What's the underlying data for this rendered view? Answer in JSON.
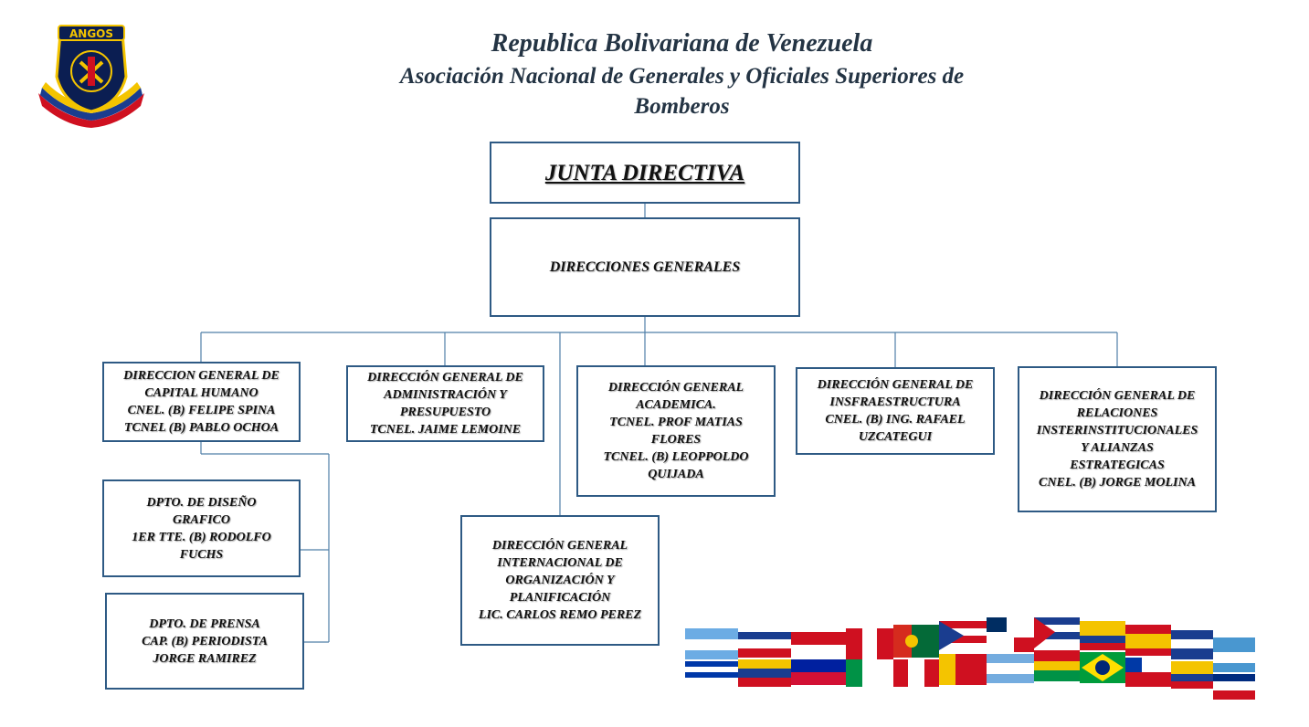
{
  "header": {
    "line1": "Republica Bolivariana de Venezuela",
    "line2": "Asociación Nacional de Generales y Oficiales Superiores de",
    "line3": "Bomberos"
  },
  "logo": {
    "text": "ANGOS",
    "colors": [
      "#0b1e52",
      "#f4c400",
      "#cf1020",
      "#1a3d8f"
    ]
  },
  "chart": {
    "top": {
      "title": "JUNTA DIRECTIVA"
    },
    "general": {
      "title": "DIRECCIONES GENERALES"
    },
    "capital_humano": [
      "DIRECCION GENERAL DE",
      "CAPITAL HUMANO",
      "CNEL. (B) FELIPE SPINA",
      "TCNEL (B) PABLO OCHOA"
    ],
    "administracion": [
      "DIRECCIÓN GENERAL DE",
      "ADMINISTRACIÓN Y",
      "PRESUPUESTO",
      "TCNEL. JAIME LEMOINE"
    ],
    "internacional": [
      "DIRECCIÓN GENERAL",
      "INTERNACIONAL DE",
      "ORGANIZACIÓN Y",
      "PLANIFICACIÓN",
      "LIC. CARLOS REMO PEREZ"
    ],
    "academica": [
      "DIRECCIÓN GENERAL",
      "ACADEMICA.",
      "TCNEL. PROF MATIAS",
      "FLORES",
      "TCNEL. (B) LEOPPOLDO",
      "QUIJADA"
    ],
    "infraestructura": [
      "DIRECCIÓN GENERAL DE",
      "INSFRAESTRUCTURA",
      "CNEL. (B) ING. RAFAEL",
      "UZCATEGUI"
    ],
    "relaciones": [
      "DIRECCIÓN GENERAL DE",
      "RELACIONES",
      "INSTERINSTITUCIONALES",
      "Y ALIANZAS",
      "ESTRATEGICAS",
      "CNEL. (B)  JORGE MOLINA"
    ],
    "diseno": [
      "DPTO. DE DISEÑO",
      "GRAFICO",
      "1ER TTE. (B) RODOLFO",
      "FUCHS"
    ],
    "prensa": [
      "DPTO. DE PRENSA",
      "CAP. (B)  PERIODISTA",
      "JORGE RAMIREZ"
    ]
  },
  "colors": {
    "border": "#2e5a84",
    "line": "#4f7fa8",
    "header_text": "#243444"
  }
}
